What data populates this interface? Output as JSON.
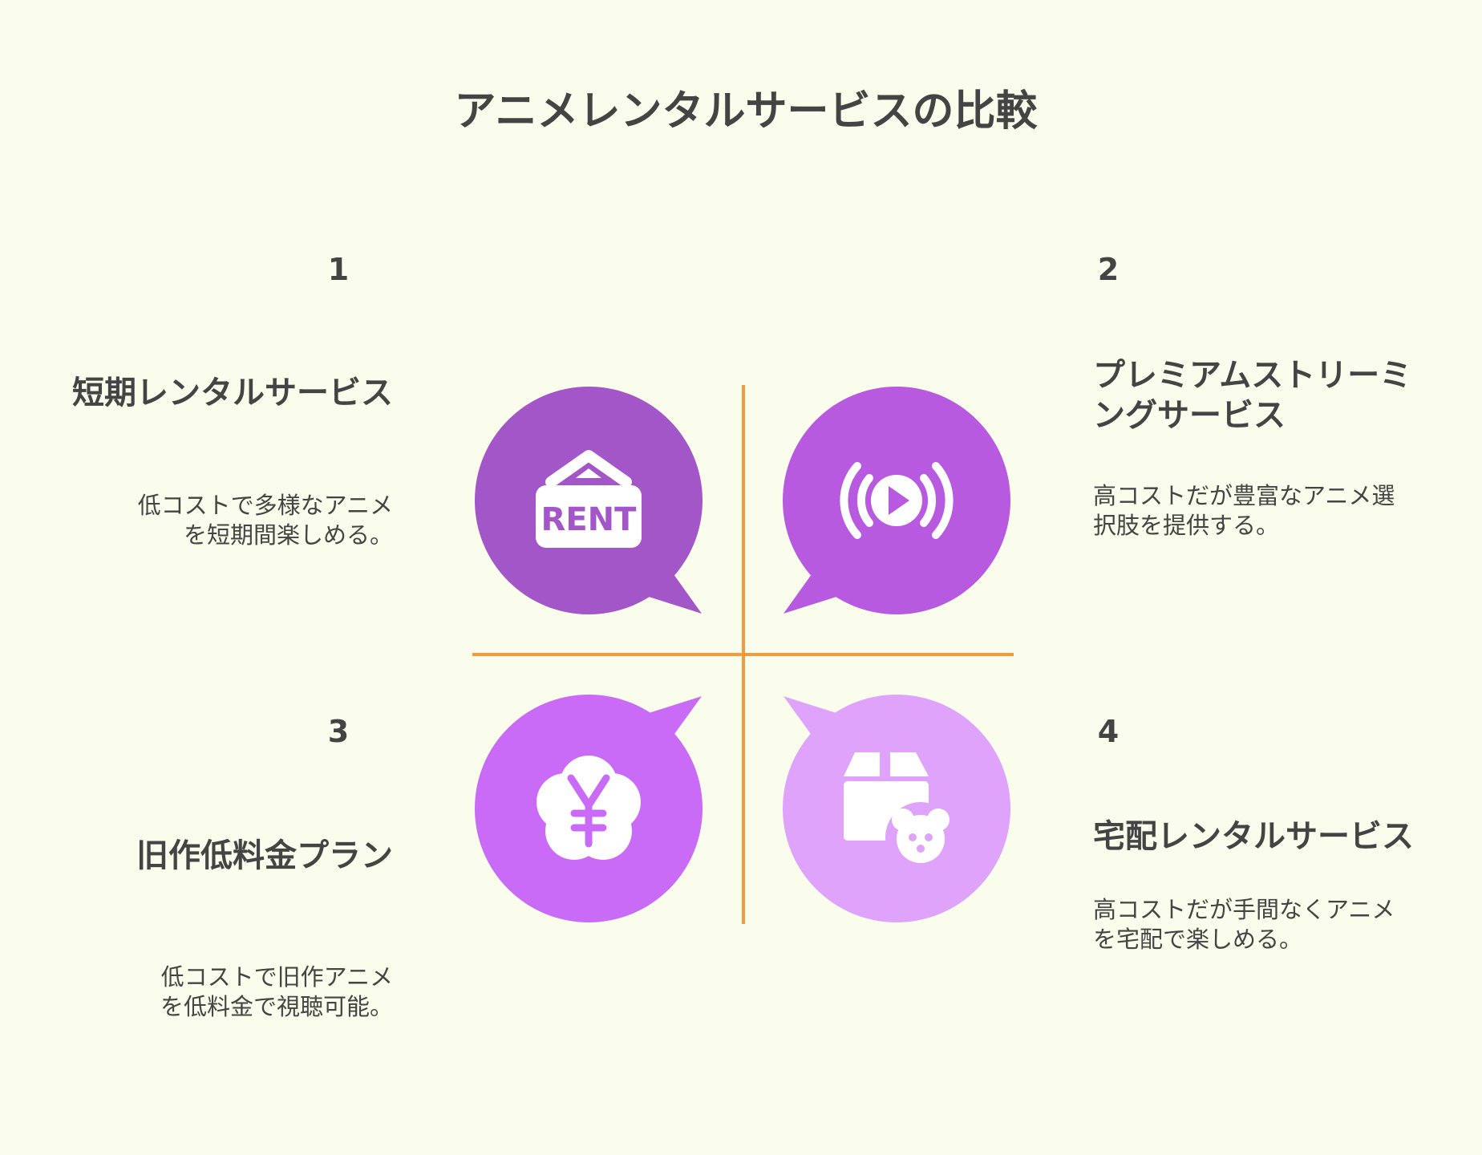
{
  "title": "アニメレンタルサービスの比較",
  "colors": {
    "background": "#fafdec",
    "axis": "#f29a3c",
    "q1": "#a356c8",
    "q2": "#b85ae0",
    "q3": "#c96bf7",
    "q4": "#e0a3fb",
    "icon": "#ffffff",
    "text": "#444444"
  },
  "quadrants": [
    {
      "number": "1",
      "heading": "短期レンタルサービス",
      "description": "低コストで多様なアニメを短期間楽しめる。",
      "icon": "rent-sign-icon",
      "icon_text": "RENT"
    },
    {
      "number": "2",
      "heading": "プレミアムストリーミングサービス",
      "description": "高コストだが豊富なアニメ選択肢を提供する。",
      "icon": "streaming-play-icon"
    },
    {
      "number": "3",
      "heading": "旧作低料金プラン",
      "description": "低コストで旧作アニメを低料金で視聴可能。",
      "icon": "yen-flower-icon"
    },
    {
      "number": "4",
      "heading": "宅配レンタルサービス",
      "description": "高コストだが手間なくアニメを宅配で楽しめる。",
      "icon": "toy-box-delivery-icon"
    }
  ]
}
